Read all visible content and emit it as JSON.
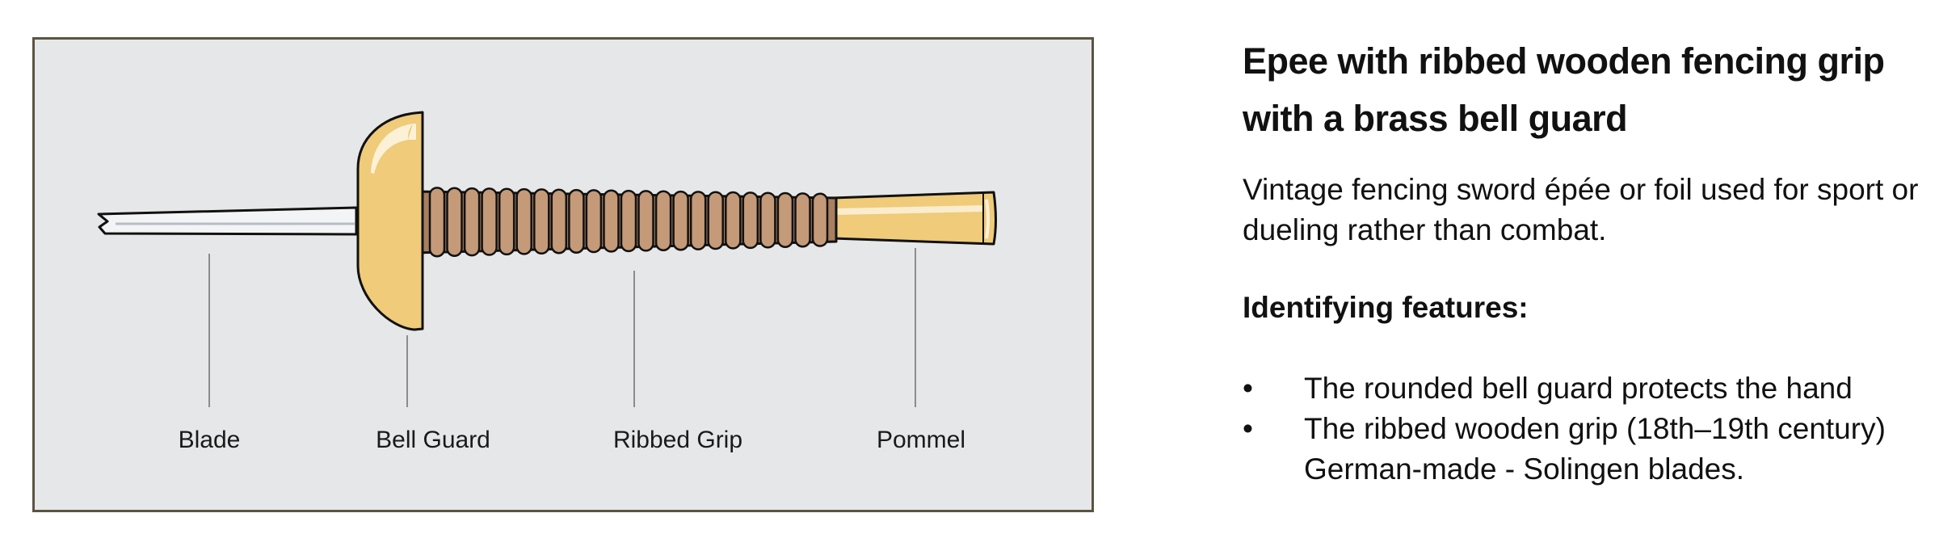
{
  "diagram": {
    "labels": {
      "blade": "Blade",
      "bell_guard": "Bell Guard",
      "grip": "Ribbed Grip",
      "pommel": "Pommel"
    },
    "colors": {
      "panel_background": "#e6e7e9",
      "panel_border": "#5b5442",
      "brass": "#efcb7a",
      "grip_wood": "#c49a78",
      "blade_steel": "#f3f4f6",
      "outline": "#111111"
    },
    "grip_rib_count": 23
  },
  "info": {
    "title": "Epee with ribbed wooden fencing grip with a brass bell guard",
    "description": "Vintage fencing sword épée or foil used for sport or dueling rather than combat.",
    "features_heading": "Identifying features:",
    "bullet_symbol": "•",
    "features": [
      "The rounded bell guard protects the hand",
      "The ribbed wooden grip (18th–19th century) German-made - Solingen blades."
    ]
  }
}
